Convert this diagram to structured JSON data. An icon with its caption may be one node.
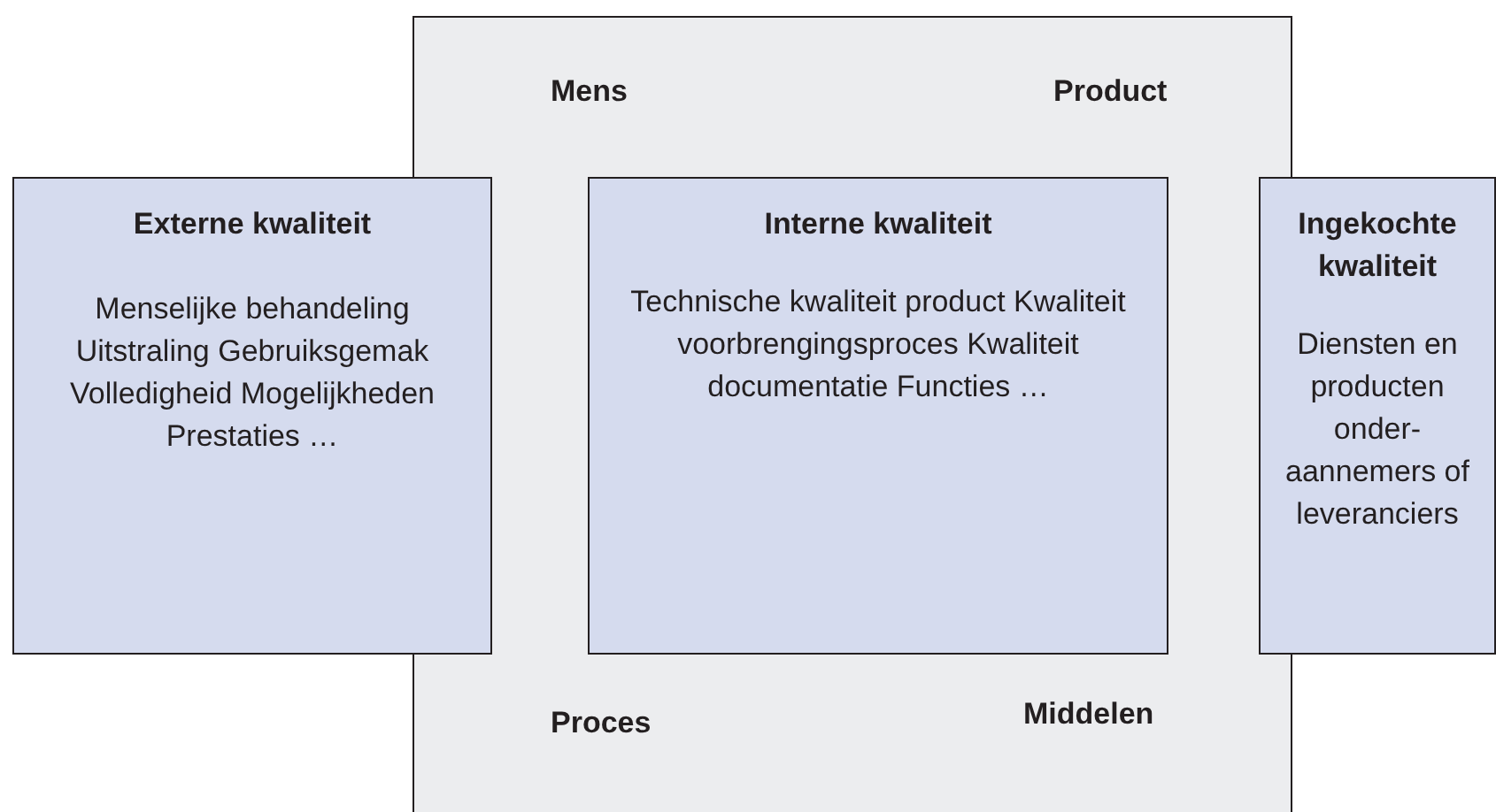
{
  "diagram": {
    "nodes": [
      {
        "text": [
          "Mens",
          "Product",
          "Proces",
          "Middelen"
        ]
      },
      {
        "text": [
          "Externe kwaliteit",
          "Menselijke behandeling Uitstraling Gebruiksgemak Volledigheid Mogelijkheden Prestaties …"
        ]
      },
      {
        "text": [
          "Interne kwaliteit",
          "Technische kwaliteit product Kwaliteit voorbrengingsproces Kwaliteit documentatie Functies …"
        ],
        "in": 0
      },
      {
        "text": [
          "Ingekochte kwaliteit",
          "Diensten en producten onder-aannemers of leveranciers"
        ]
      }
    ]
  }
}
